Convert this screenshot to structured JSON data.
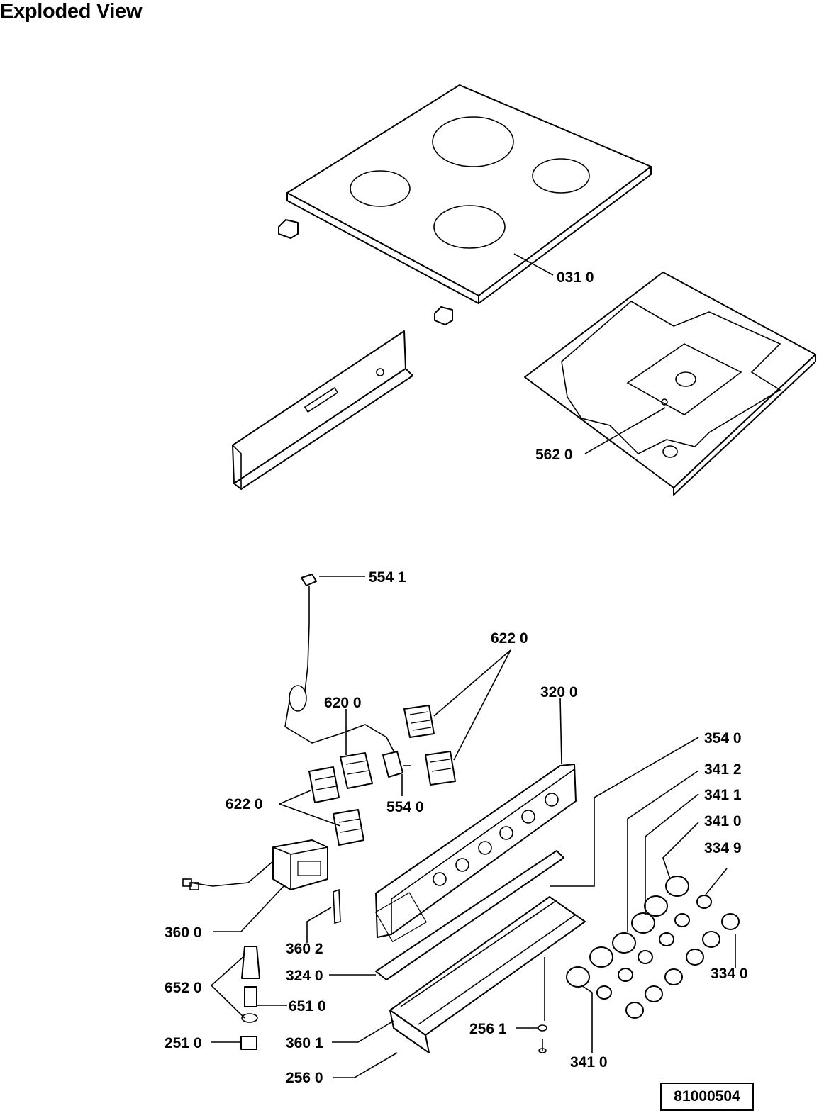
{
  "title": "Exploded View",
  "doc_number": "81000504",
  "callouts": {
    "c0310": "031 0",
    "c5620": "562 0",
    "c5541": "554 1",
    "c6220a": "622 0",
    "c3200": "320 0",
    "c6200": "620 0",
    "c3540": "354 0",
    "c3412": "341 2",
    "c3411": "341 1",
    "c3410a": "341 0",
    "c3349": "334 9",
    "c6220b": "622 0",
    "c5540": "554 0",
    "c3600": "360 0",
    "c3602": "360 2",
    "c3340": "334 0",
    "c3240": "324 0",
    "c6520": "652 0",
    "c6510": "651 0",
    "c2510": "251 0",
    "c3601": "360 1",
    "c2561": "256 1",
    "c3410b": "341 0",
    "c2560": "256 0"
  }
}
